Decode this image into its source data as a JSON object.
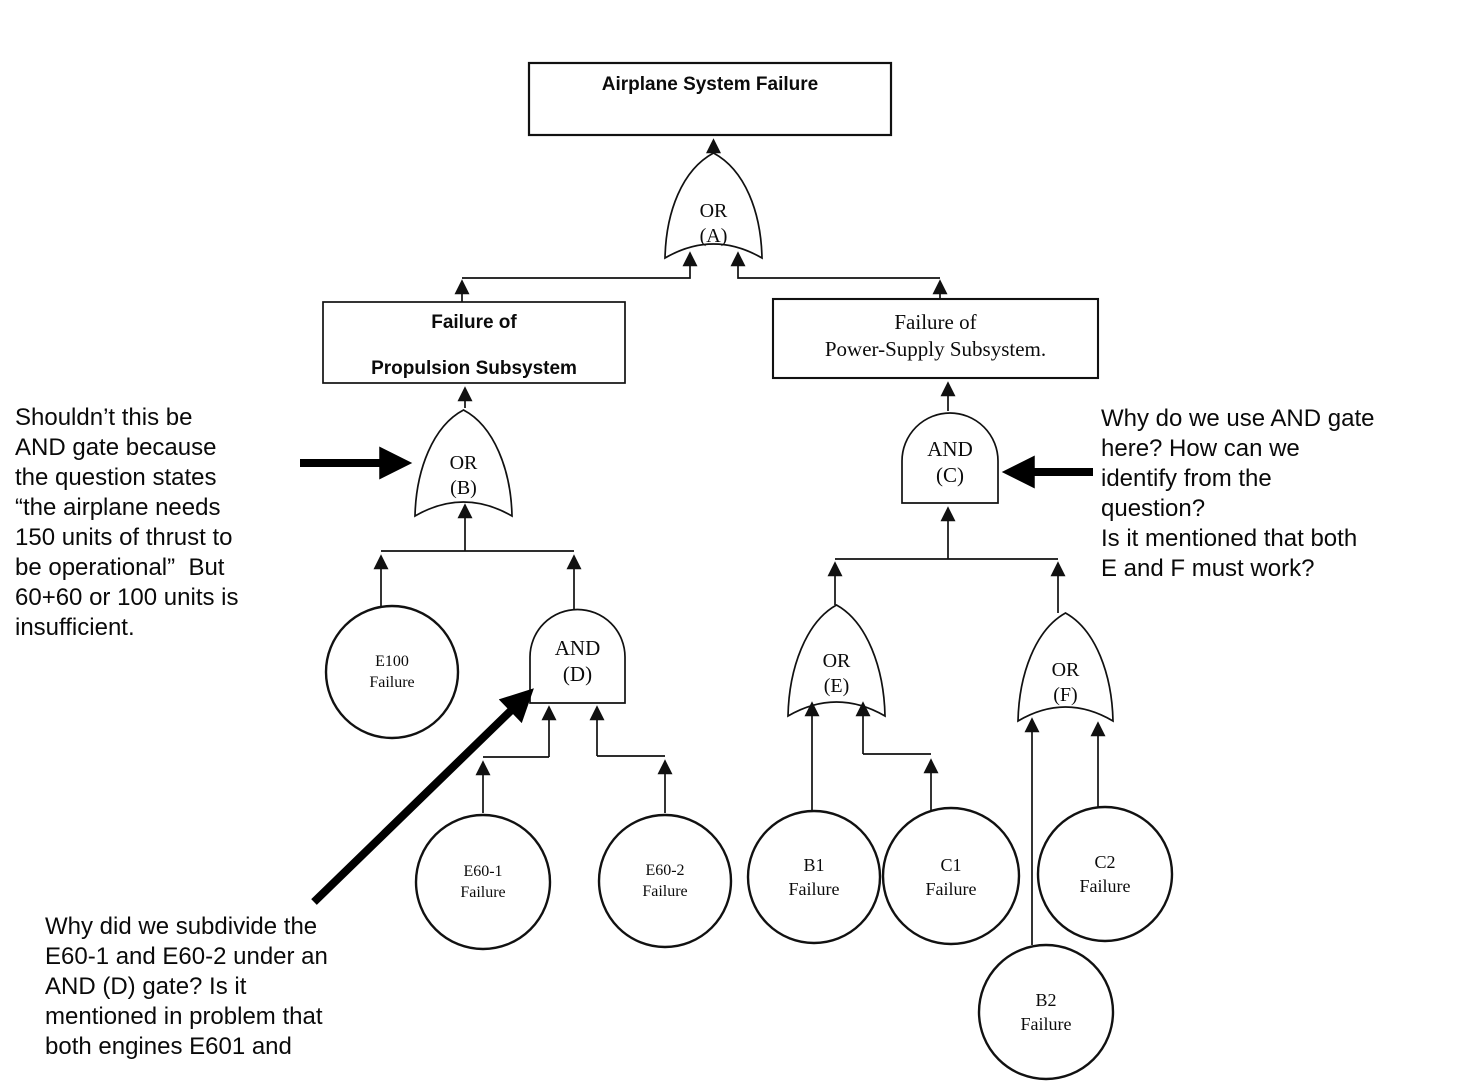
{
  "diagram": {
    "root_label": "Airplane System Failure",
    "propulsion_label": "Failure of\n\nPropulsion Subsystem",
    "power_label": "Failure of\nPower-Supply Subsystem.",
    "gates": {
      "a": "OR\n(A)",
      "b": "OR\n(B)",
      "c": "AND\n(C)",
      "d": "AND\n(D)",
      "e": "OR\n(E)",
      "f": "OR\n(F)"
    },
    "events": {
      "e100": "E100\nFailure",
      "e60_1": "E60-1\nFailure",
      "e60_2": "E60-2\nFailure",
      "b1": "B1\nFailure",
      "c1": "C1\nFailure",
      "c2": "C2\nFailure",
      "b2": "B2\nFailure"
    },
    "line_color": "#111111",
    "fill_color": "#ffffff"
  },
  "annotations": {
    "left": "Shouldn’t this be\nAND gate because\nthe question states\n“the airplane needs\n150 units of thrust to\nbe operational”  But\n60+60 or 100 units is\ninsufficient.",
    "right": "Why do we use AND gate\nhere? How can we\nidentify from the\nquestion?\nIs it mentioned that both\nE and F must work?",
    "bottom_left": "Why did we subdivide the\nE60-1 and E60-2 under an\nAND (D) gate? Is it\nmentioned in problem that\nboth engines E601 and"
  }
}
